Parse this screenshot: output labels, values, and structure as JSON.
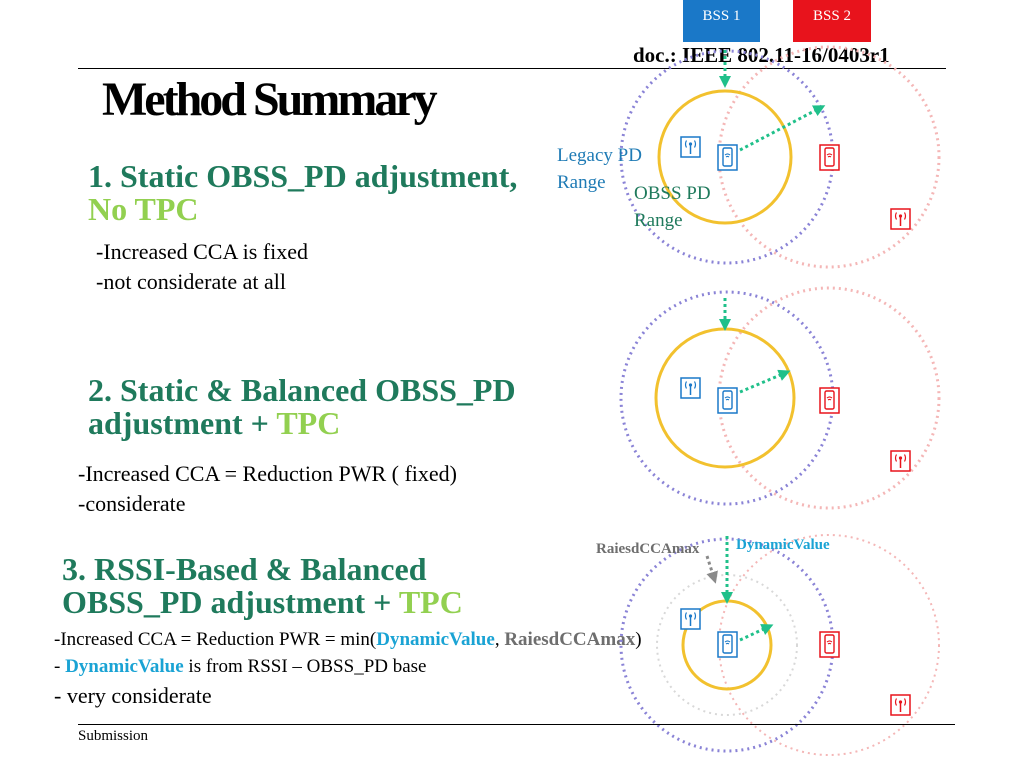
{
  "header": {
    "doc_id": "doc.: IEEE 802.11-16/0403r1"
  },
  "bss_tags": [
    {
      "label": "BSS 1",
      "color": "#1a78c8"
    },
    {
      "label": "BSS 2",
      "color": "#e8131c"
    }
  ],
  "title": "Method Summary",
  "methods": [
    {
      "heading_main": "1. Static OBSS_PD adjustment,",
      "heading_highlight": "No TPC",
      "bullets": [
        "-Increased CCA  is fixed",
        "-not considerate at all"
      ]
    },
    {
      "heading_main_1": "2. Static & Balanced OBSS_PD",
      "heading_main_2": "adjustment + ",
      "heading_highlight": "TPC",
      "bullets": [
        "-Increased CCA = Reduction PWR ( fixed)",
        "-considerate"
      ]
    },
    {
      "heading_main_1": "3. RSSI-Based & Balanced",
      "heading_main_2": "OBSS_PD adjustment + ",
      "heading_highlight": "TPC",
      "bullet1_a": "-Increased CCA = Reduction PWR = min(",
      "bullet1_dyn": "DynamicValue",
      "bullet1_sep": ", ",
      "bullet1_cca": "RaiesdCCAmax",
      "bullet1_end": ")",
      "bullet2_a": "- ",
      "bullet2_dyn": "DynamicValue",
      "bullet2_b": " is from RSSI – OBSS_PD base",
      "bullet3": "- very considerate"
    }
  ],
  "diagram_labels": {
    "legacy_pd_1": "Legacy PD",
    "legacy_pd_2": "Range",
    "obss_pd_1": "OBSS PD",
    "obss_pd_2": "Range",
    "raised_cca_max": "RaiesdCCAmax",
    "dynamic_value": "DynamicValue"
  },
  "colors": {
    "bss1": "#1a78c8",
    "bss2": "#e8131c",
    "heading": "#1f7a5c",
    "highlight": "#92d050",
    "legacy_pd_ring": "#8a83d6",
    "obss_pd_ring": "#f2c12e",
    "bss2_ring": "#f4b6b6",
    "arrow": "#20c08a"
  },
  "icons": [
    "access-point-icon",
    "phone-icon"
  ],
  "footer": "Submission"
}
